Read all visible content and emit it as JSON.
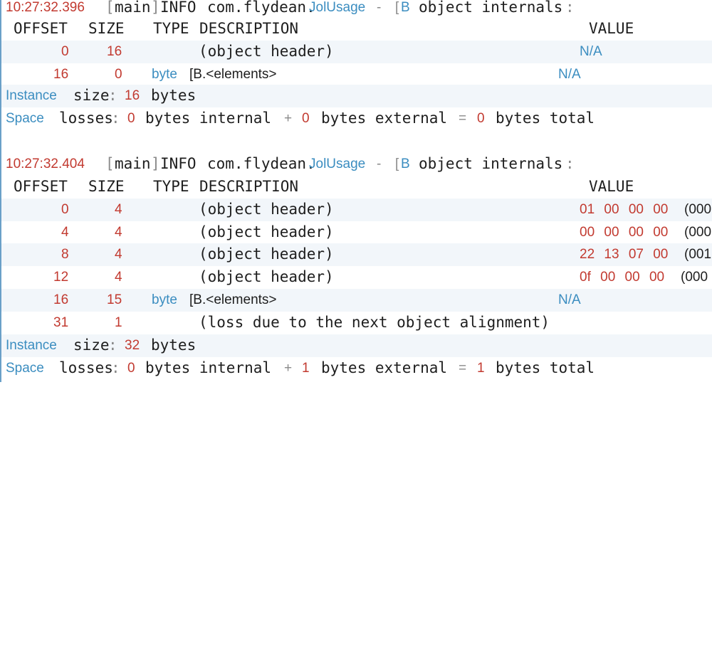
{
  "blocks": [
    {
      "log": {
        "time": "10:27:32.396",
        "thread_open": "[",
        "thread": "main",
        "thread_close": "]",
        "level": "INFO",
        "logger_pkg": "com.flydean.",
        "logger_cls": "JolUsage",
        "dash": "-",
        "type_prefix": "[",
        "type_name": "B",
        "message": "object internals",
        "colon": ":"
      },
      "header": {
        "offset": "OFFSET",
        "size": "SIZE",
        "type": "TYPE",
        "description": "DESCRIPTION",
        "value": "VALUE"
      },
      "rows": [
        {
          "offset": "0",
          "size": "16",
          "type": "",
          "description": "(object header)",
          "value": "N/A",
          "value_style": "blue"
        },
        {
          "offset": "16",
          "size": "0",
          "type": "byte",
          "description": "[B.<elements>",
          "value": "N/A",
          "value_style": "blue"
        }
      ],
      "instance": {
        "label": "Instance",
        "word": "size",
        "colon": ":",
        "value": "16",
        "unit": "bytes"
      },
      "space": {
        "label": "Space",
        "word": "losses",
        "colon": ":",
        "internal": "0",
        "internal_text": "bytes internal",
        "plus": "+",
        "external": "0",
        "external_text": "bytes external",
        "equals": "=",
        "total": "0",
        "total_text": "bytes total"
      }
    },
    {
      "log": {
        "time": "10:27:32.404",
        "thread_open": "[",
        "thread": "main",
        "thread_close": "]",
        "level": "INFO",
        "logger_pkg": "com.flydean.",
        "logger_cls": "JolUsage",
        "dash": "-",
        "type_prefix": "[",
        "type_name": "B",
        "message": "object internals",
        "colon": ":"
      },
      "header": {
        "offset": "OFFSET",
        "size": "SIZE",
        "type": "TYPE",
        "description": "DESCRIPTION",
        "value": "VALUE"
      },
      "rows": [
        {
          "offset": "0",
          "size": "4",
          "type": "",
          "description": "(object header)",
          "value": "01 00 00 00",
          "value_tail": "(000",
          "value_style": "red"
        },
        {
          "offset": "4",
          "size": "4",
          "type": "",
          "description": "(object header)",
          "value": "00 00 00 00",
          "value_tail": "(000",
          "value_style": "red"
        },
        {
          "offset": "8",
          "size": "4",
          "type": "",
          "description": "(object header)",
          "value": "22 13 07 00",
          "value_tail": "(001",
          "value_style": "red"
        },
        {
          "offset": "12",
          "size": "4",
          "type": "",
          "description": "(object header)",
          "value": "0f 00 00 00",
          "value_tail": "(000",
          "value_style": "red"
        },
        {
          "offset": "16",
          "size": "15",
          "type": "byte",
          "description": "[B.<elements>",
          "value": "N/A",
          "value_style": "blue"
        },
        {
          "offset": "31",
          "size": "1",
          "type": "",
          "description": "(loss due to the next object alignment)",
          "value": "",
          "value_style": "blue"
        }
      ],
      "instance": {
        "label": "Instance",
        "word": "size",
        "colon": ":",
        "value": "32",
        "unit": "bytes"
      },
      "space": {
        "label": "Space",
        "word": "losses",
        "colon": ":",
        "internal": "0",
        "internal_text": "bytes internal",
        "plus": "+",
        "external": "1",
        "external_text": "bytes external",
        "equals": "=",
        "total": "1",
        "total_text": "bytes total"
      }
    }
  ],
  "colors": {
    "red": "#c23a30",
    "blue": "#3b8dc0",
    "text": "#1e1e1e",
    "shade": "#f2f6fa",
    "border": "#6aa0c8"
  }
}
